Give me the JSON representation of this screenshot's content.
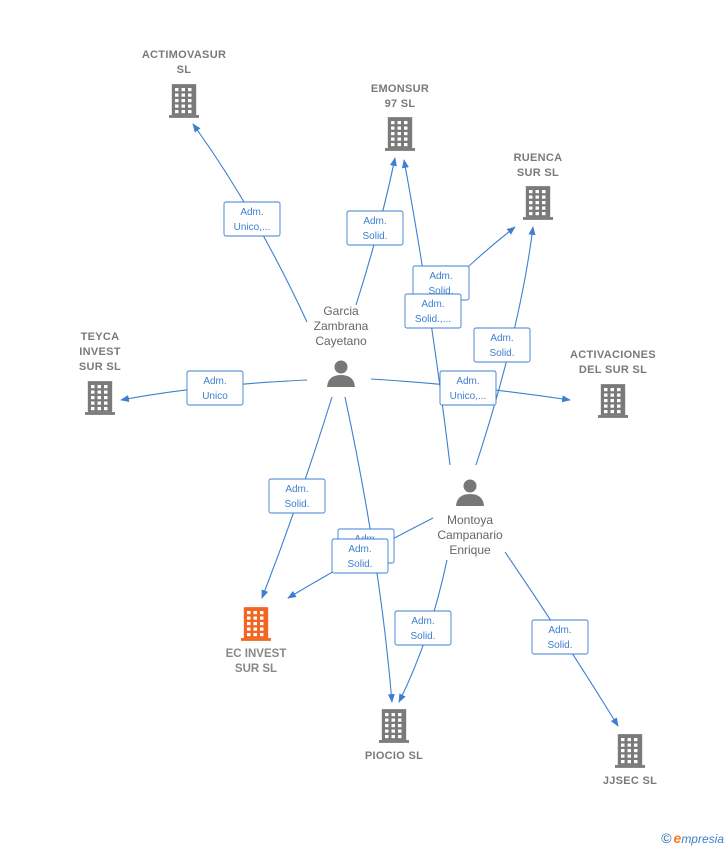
{
  "colors": {
    "edge": "#3d7fd0",
    "building": "#7a7a7a",
    "focus_building": "#f26522",
    "person": "#777777"
  },
  "companies": [
    {
      "id": "actimovasur",
      "lines": [
        "ACTIMOVASUR",
        "SL"
      ],
      "focus": false
    },
    {
      "id": "emonsur",
      "lines": [
        "EMONSUR",
        "97  SL"
      ],
      "focus": false
    },
    {
      "id": "ruenca",
      "lines": [
        "RUENCA",
        "SUR  SL"
      ],
      "focus": false
    },
    {
      "id": "teyca",
      "lines": [
        "TEYCA",
        "INVEST",
        "SUR  SL"
      ],
      "focus": false
    },
    {
      "id": "activaciones",
      "lines": [
        "ACTIVACIONES",
        "DEL SUR  SL"
      ],
      "focus": false
    },
    {
      "id": "ecinvest",
      "lines": [
        "EC INVEST",
        "SUR  SL"
      ],
      "focus": true
    },
    {
      "id": "piocio",
      "lines": [
        "PIOCIO  SL"
      ],
      "focus": false
    },
    {
      "id": "jjsec",
      "lines": [
        "JJSEC  SL"
      ],
      "focus": false
    }
  ],
  "persons": [
    {
      "id": "garcia",
      "lines": [
        "Garcia",
        "Zambrana",
        "Cayetano"
      ]
    },
    {
      "id": "montoya",
      "lines": [
        "Montoya",
        "Campanario",
        "Enrique"
      ]
    }
  ],
  "relations": [
    {
      "id": "r1",
      "lines": [
        "Adm.",
        "Unico,..."
      ]
    },
    {
      "id": "r2",
      "lines": [
        "Adm.",
        "Solid."
      ]
    },
    {
      "id": "r3",
      "lines": [
        "Adm.",
        "Solid."
      ]
    },
    {
      "id": "r4",
      "lines": [
        "Adm.",
        "Solid.,..."
      ]
    },
    {
      "id": "r5",
      "lines": [
        "Adm.",
        "Solid."
      ]
    },
    {
      "id": "r6",
      "lines": [
        "Adm.",
        "Unico"
      ]
    },
    {
      "id": "r7",
      "lines": [
        "Adm.",
        "Unico,..."
      ]
    },
    {
      "id": "r8",
      "lines": [
        "Adm.",
        "Solid."
      ]
    },
    {
      "id": "r9",
      "lines": [
        "Adm.",
        "Solid."
      ]
    },
    {
      "id": "r10",
      "lines": [
        "Adm.",
        "Solid."
      ]
    },
    {
      "id": "r11",
      "lines": [
        "Adm.",
        "Solid."
      ]
    },
    {
      "id": "r12",
      "lines": [
        "Adm.",
        "Solid."
      ]
    }
  ],
  "brand": {
    "copyright": "©",
    "initial": "e",
    "rest": "mpresia"
  }
}
